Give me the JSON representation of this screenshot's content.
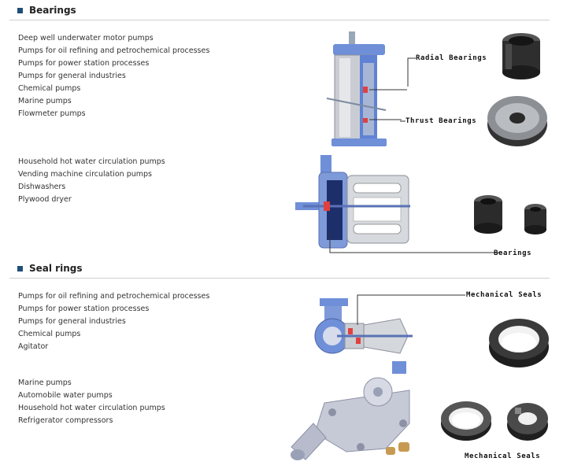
{
  "sections": {
    "bearings": {
      "title": "Bearings",
      "groups": [
        {
          "items": [
            "Deep well underwater motor pumps",
            "Pumps for oil refining and petrochemical processes",
            "Pumps for power station processes",
            "Pumps for general industries",
            "Chemical pumps",
            "Marine pumps",
            "Flowmeter pumps"
          ],
          "callouts": [
            "Radial Bearings",
            "Thrust Bearings"
          ]
        },
        {
          "items": [
            "Household hot water circulation pumps",
            "Vending machine circulation pumps",
            "Dishwashers",
            "Plywood dryer"
          ],
          "callouts": [
            "Bearings"
          ]
        }
      ]
    },
    "seal_rings": {
      "title": "Seal rings",
      "groups": [
        {
          "items": [
            "Pumps for oil refining and petrochemical processes",
            "Pumps for power station processes",
            "Pumps for general industries",
            "Chemical pumps",
            "Agitator"
          ],
          "callouts": [
            "Mechanical Seals"
          ]
        },
        {
          "items": [
            "Marine pumps",
            "Automobile water pumps",
            "Household hot water circulation pumps",
            "Refrigerator compressors"
          ],
          "callouts": [
            "Mechanical Seals"
          ]
        }
      ]
    }
  }
}
